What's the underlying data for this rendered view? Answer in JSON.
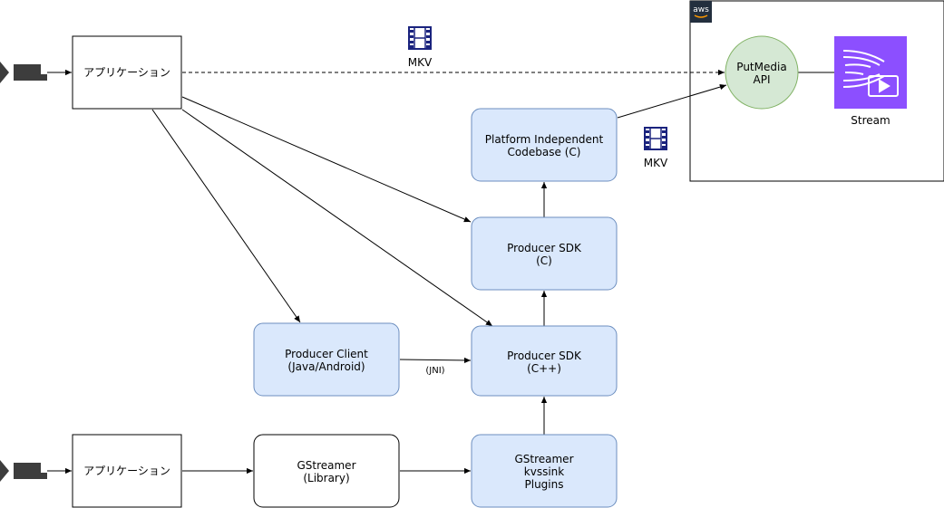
{
  "nodes": {
    "app_top": {
      "label": "アプリケーション"
    },
    "app_bottom": {
      "label": "アプリケーション"
    },
    "platform": {
      "label_line1": "Platform Independent",
      "label_line2": "Codebase (C)"
    },
    "producer_c": {
      "label_line1": "Producer SDK",
      "label_line2": "(C)"
    },
    "producer_cpp": {
      "label_line1": "Producer SDK",
      "label_line2": "(C++)"
    },
    "producer_client": {
      "label_line1": "Producer Client",
      "label_line2": "(Java/Android)"
    },
    "gstreamer_lib": {
      "label_line1": "GStreamer",
      "label_line2": "(Library)"
    },
    "gstreamer_plugins": {
      "label_line1": "GStreamer",
      "label_line2": "kvssink",
      "label_line3": "Plugins"
    },
    "putmedia": {
      "label_line1": "PutMedia",
      "label_line2": "API"
    },
    "stream": {
      "label": "Stream"
    }
  },
  "aws_group": {
    "badge": "aws"
  },
  "annotations": {
    "mkv_top": "MKV",
    "mkv_mid": "MKV",
    "jni": "(JNI)"
  },
  "colors": {
    "sdk_fill": "#dae8fc",
    "sdk_stroke": "#6c8ebf",
    "api_fill": "#d5e8d4",
    "api_stroke": "#82b366",
    "stream_fill": "#8c4fff",
    "aws_badge": "#232f3e",
    "film_icon": "#1a237e"
  },
  "icons": [
    "video-camera-icon",
    "film-strip-icon",
    "kinesis-video-stream-icon",
    "aws-logo-icon"
  ]
}
